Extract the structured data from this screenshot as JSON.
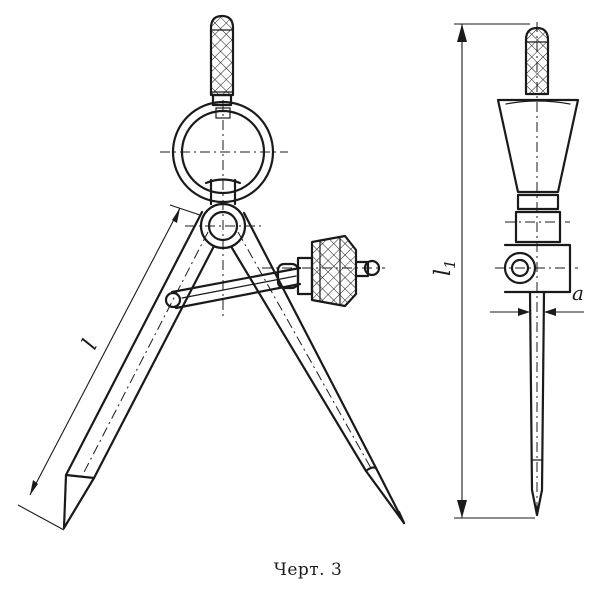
{
  "caption": "Черт. 3",
  "labels": {
    "leg_length": "l",
    "total_length": "l",
    "total_length_subscript": "1",
    "needle_dim": "a"
  }
}
